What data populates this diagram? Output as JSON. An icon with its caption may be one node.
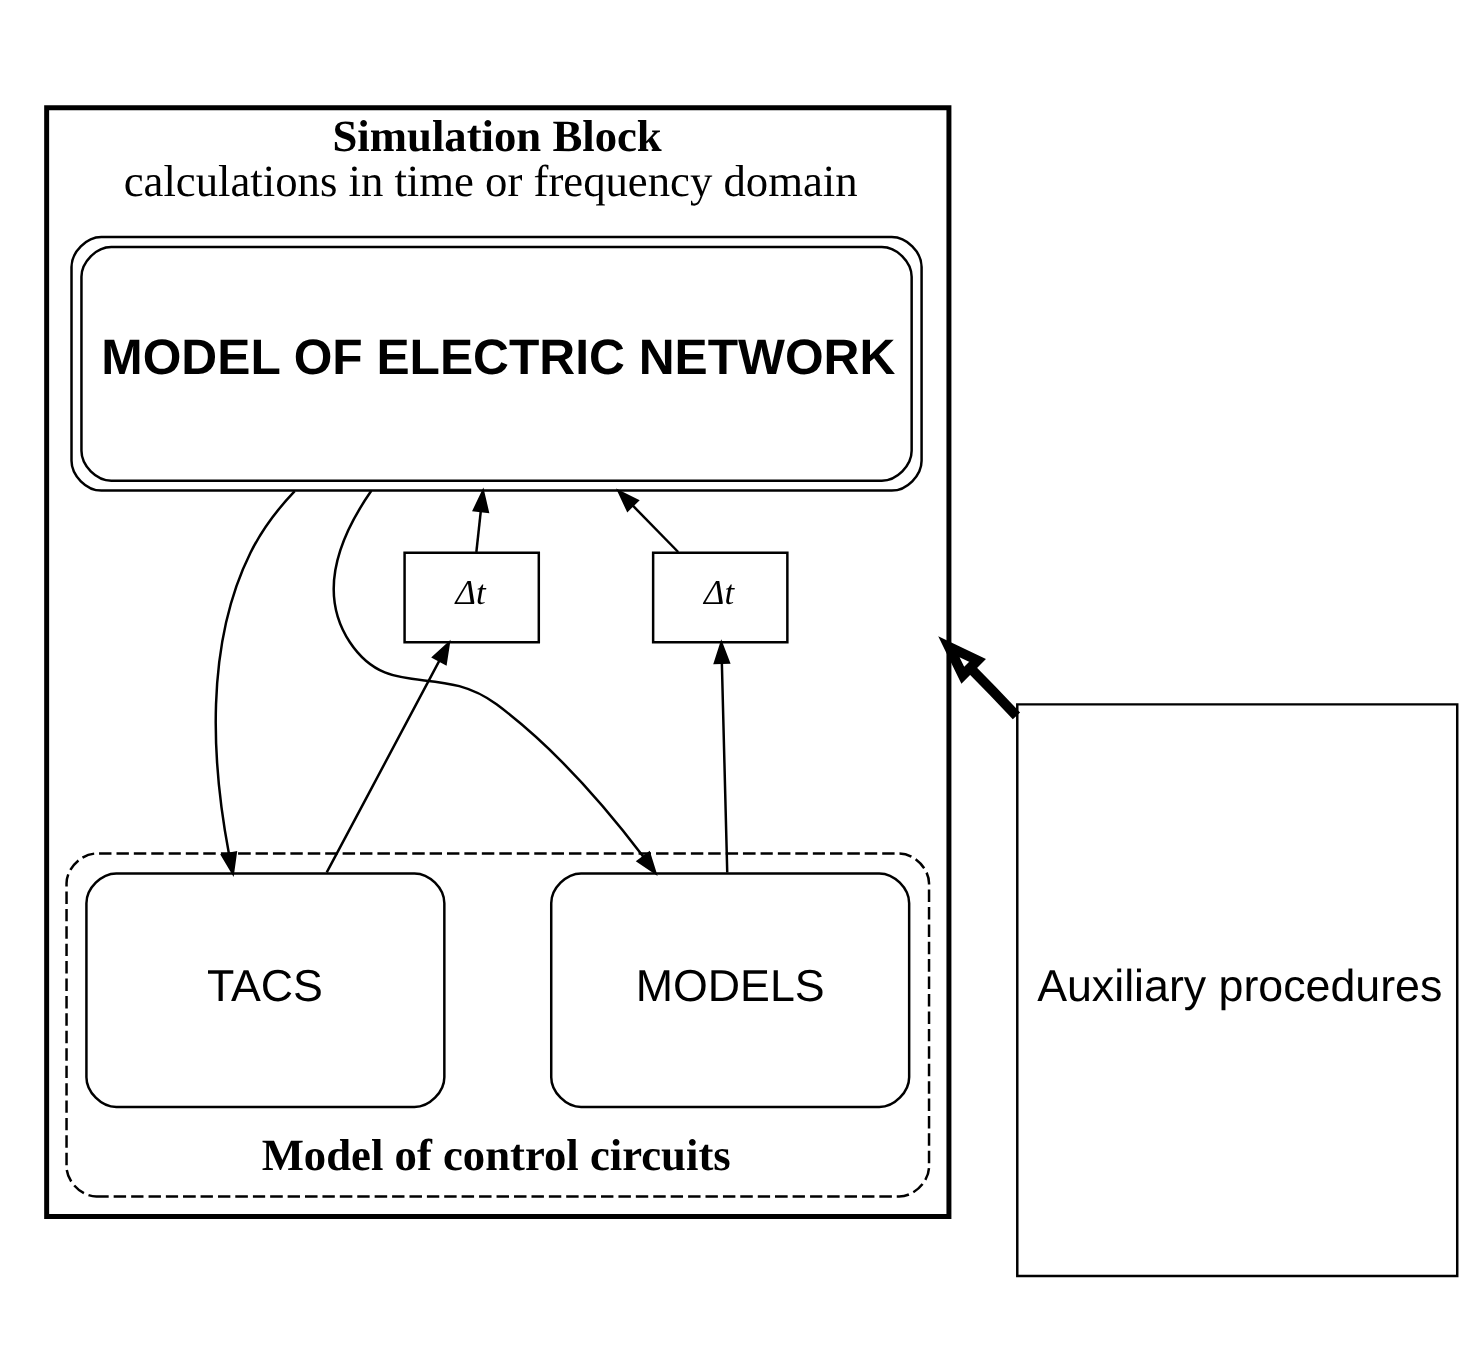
{
  "diagram": {
    "nodes": [
      {
        "text": [
          "Simulation Block",
          "calculations in time or frequency domain"
        ]
      },
      {
        "text": [
          "MODEL OF ELECTRIC NETWORK"
        ],
        "in": 0
      },
      {
        "text": [
          "Δt"
        ],
        "in": 0
      },
      {
        "text": [
          "Δt"
        ],
        "in": 0
      },
      {
        "text": [
          "Model of control circuits"
        ],
        "in": 0
      },
      {
        "text": [
          "TACS"
        ],
        "in": 4
      },
      {
        "text": [
          "MODELS"
        ],
        "in": 4
      },
      {
        "text": [
          "Auxiliary procedures"
        ]
      }
    ],
    "edges": [
      {
        "from": 5,
        "to": 2,
        "arrow": "to"
      },
      {
        "from": 2,
        "to": 1,
        "arrow": "to"
      },
      {
        "from": 6,
        "to": 3,
        "arrow": "to"
      },
      {
        "from": 3,
        "to": 1,
        "arrow": "to"
      },
      {
        "from": 1,
        "to": 5,
        "arrow": "to"
      },
      {
        "from": 1,
        "to": 6,
        "arrow": "to"
      },
      {
        "from": 7,
        "to": 0,
        "arrow": "to",
        "style": "thick"
      }
    ]
  }
}
